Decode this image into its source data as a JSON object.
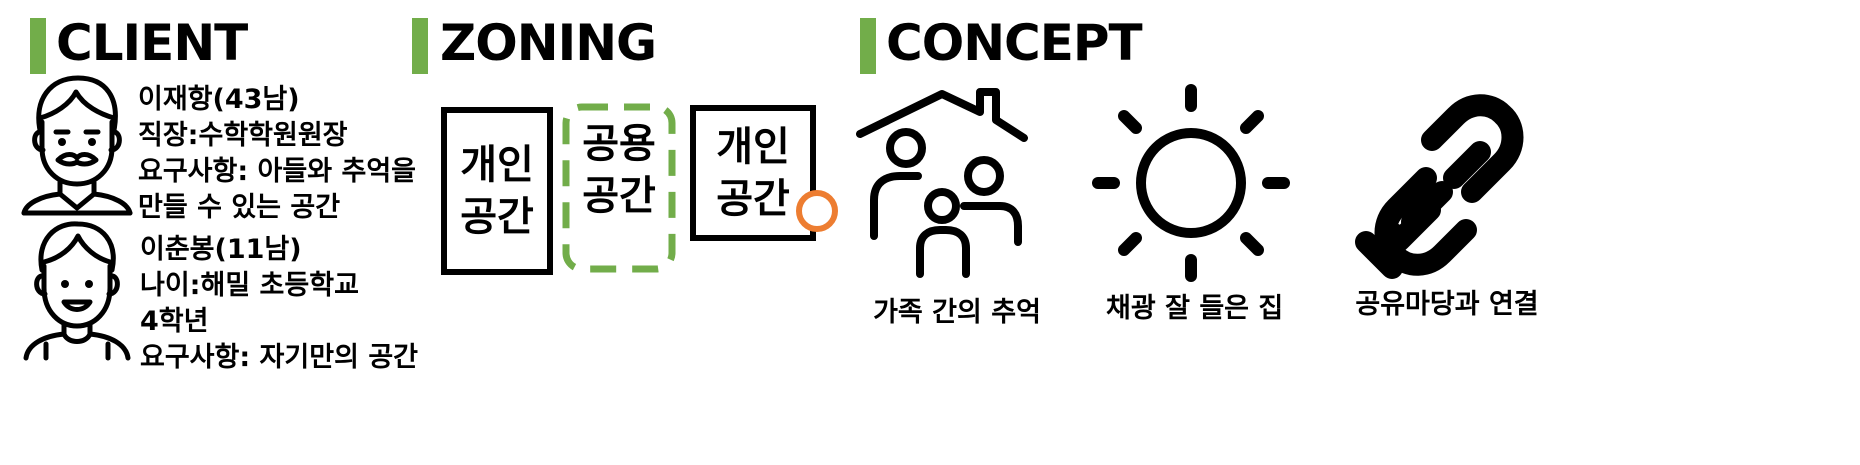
{
  "colors": {
    "accent_green": "#72ad4a",
    "accent_orange": "#ed7d31",
    "ink": "#000000"
  },
  "client": {
    "title": "CLIENT",
    "person1": {
      "icon": "bearded-man-avatar-icon",
      "lines": [
        "이재항(43남)",
        "직장:수학학원원장",
        "요구사항: 아들와 추억을",
        "만들 수 있는 공간"
      ]
    },
    "person2": {
      "icon": "boy-avatar-icon",
      "lines": [
        "이춘봉(11남)",
        "나이:해밀 초등학교",
        "4학년",
        "요구사항: 자기만의 공간"
      ]
    }
  },
  "zoning": {
    "title": "ZONING",
    "zones": [
      {
        "lines": [
          "개인",
          "공간"
        ],
        "style": "solid"
      },
      {
        "lines": [
          "공용",
          "공간"
        ],
        "style": "dashed-green"
      },
      {
        "lines": [
          "개인",
          "공간"
        ],
        "style": "solid",
        "marker": "orange-circle"
      }
    ]
  },
  "concept": {
    "title": "CONCEPT",
    "items": [
      {
        "icon": "family-house-icon",
        "caption": "가족 간의 추억"
      },
      {
        "icon": "sun-icon",
        "caption": "채광 잘 들은 집"
      },
      {
        "icon": "link-icon",
        "caption": "공유마당과 연결"
      }
    ]
  }
}
